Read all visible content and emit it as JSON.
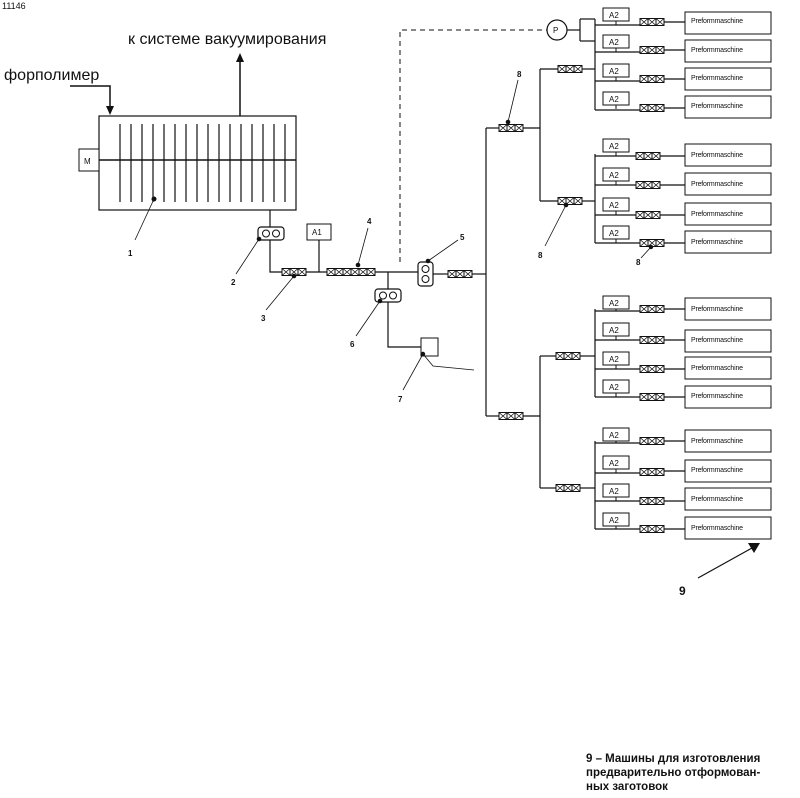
{
  "document_id": "11146",
  "labels": {
    "vacuum": "к системе вакуумирования",
    "prepolymer": "форполимер",
    "motor": "M",
    "analyzer_1": "A1",
    "analyzer_2": "A2",
    "pump": "P",
    "machine": "Preformmaschine"
  },
  "callouts": {
    "n1": "1",
    "n2": "2",
    "n3": "3",
    "n4": "4",
    "n5": "5",
    "n6": "6",
    "n7": "7",
    "n8": "8",
    "n9": "9"
  },
  "legend": {
    "line1": "9 – Машины для изготовления",
    "line2": "предварительно отформован-",
    "line3": "ных заготовок"
  }
}
